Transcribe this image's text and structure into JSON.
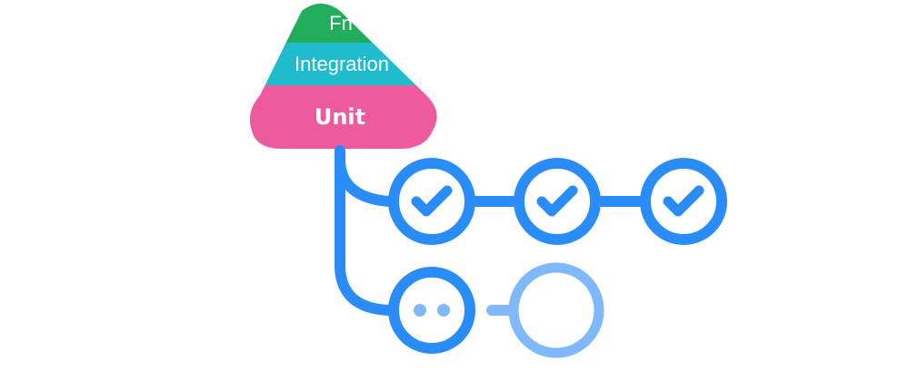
{
  "pyramid": {
    "levels": [
      {
        "label": "Fn",
        "color": "#22ad5c"
      },
      {
        "label": "Integration",
        "color": "#1fbccd"
      },
      {
        "label": "Unit",
        "color": "#ee5a9e"
      }
    ]
  },
  "pipeline": {
    "line_color": "#2a8cf6",
    "pending_color": "#7fb8fb",
    "row1_nodes": [
      {
        "status": "complete",
        "icon": "checkmark-icon"
      },
      {
        "status": "complete",
        "icon": "checkmark-icon"
      },
      {
        "status": "complete",
        "icon": "checkmark-icon"
      }
    ],
    "row2_nodes": [
      {
        "status": "in-progress",
        "icon": "ellipsis-icon"
      },
      {
        "status": "pending",
        "icon": "empty-circle-icon"
      }
    ]
  }
}
